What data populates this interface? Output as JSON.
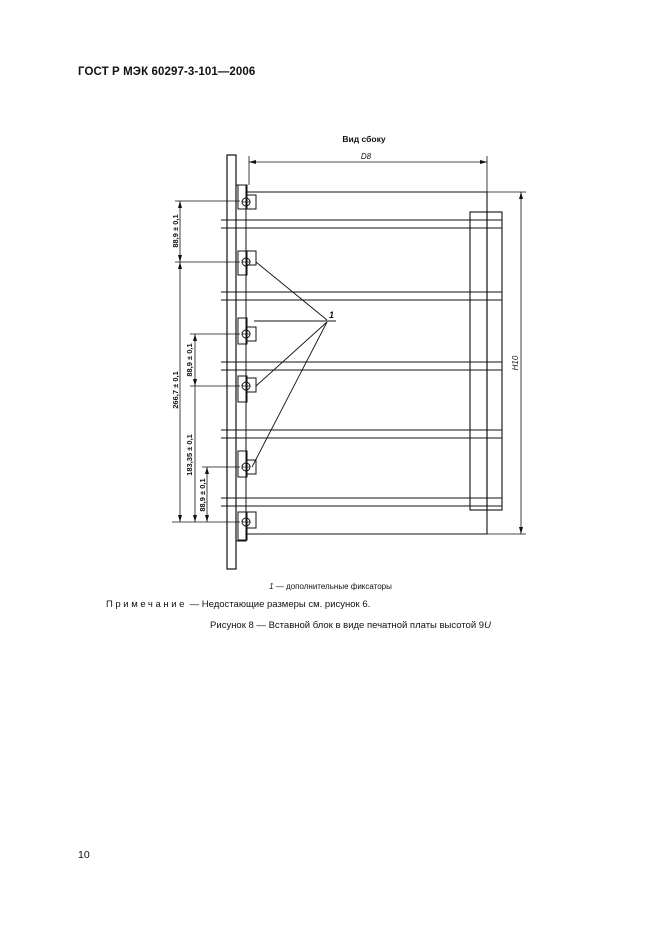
{
  "header": {
    "doc_id": "ГОСТ Р МЭК 60297-3-101—2006"
  },
  "drawing": {
    "view_title": "Вид сбоку",
    "dim_depth": "D8",
    "dim_height": "H10",
    "dim_a": "88,9 ± 0,1",
    "dim_b": "266,7 ± 0,1",
    "dim_c": "88,9 ± 0,1",
    "dim_d": "183,35 ± 0,1",
    "dim_e": "88,9 ± 0,1",
    "callout": "1"
  },
  "legend": {
    "item_num": "1",
    "item_text": " — дополнительные фиксаторы"
  },
  "note": {
    "label": "Примечание",
    "text": " — Недостающие размеры см. рисунок 6."
  },
  "figure": {
    "caption": "Рисунок 8 — Вставной блок в виде печатной платы высотой 9",
    "unit": "U"
  },
  "page": {
    "number": "10"
  }
}
